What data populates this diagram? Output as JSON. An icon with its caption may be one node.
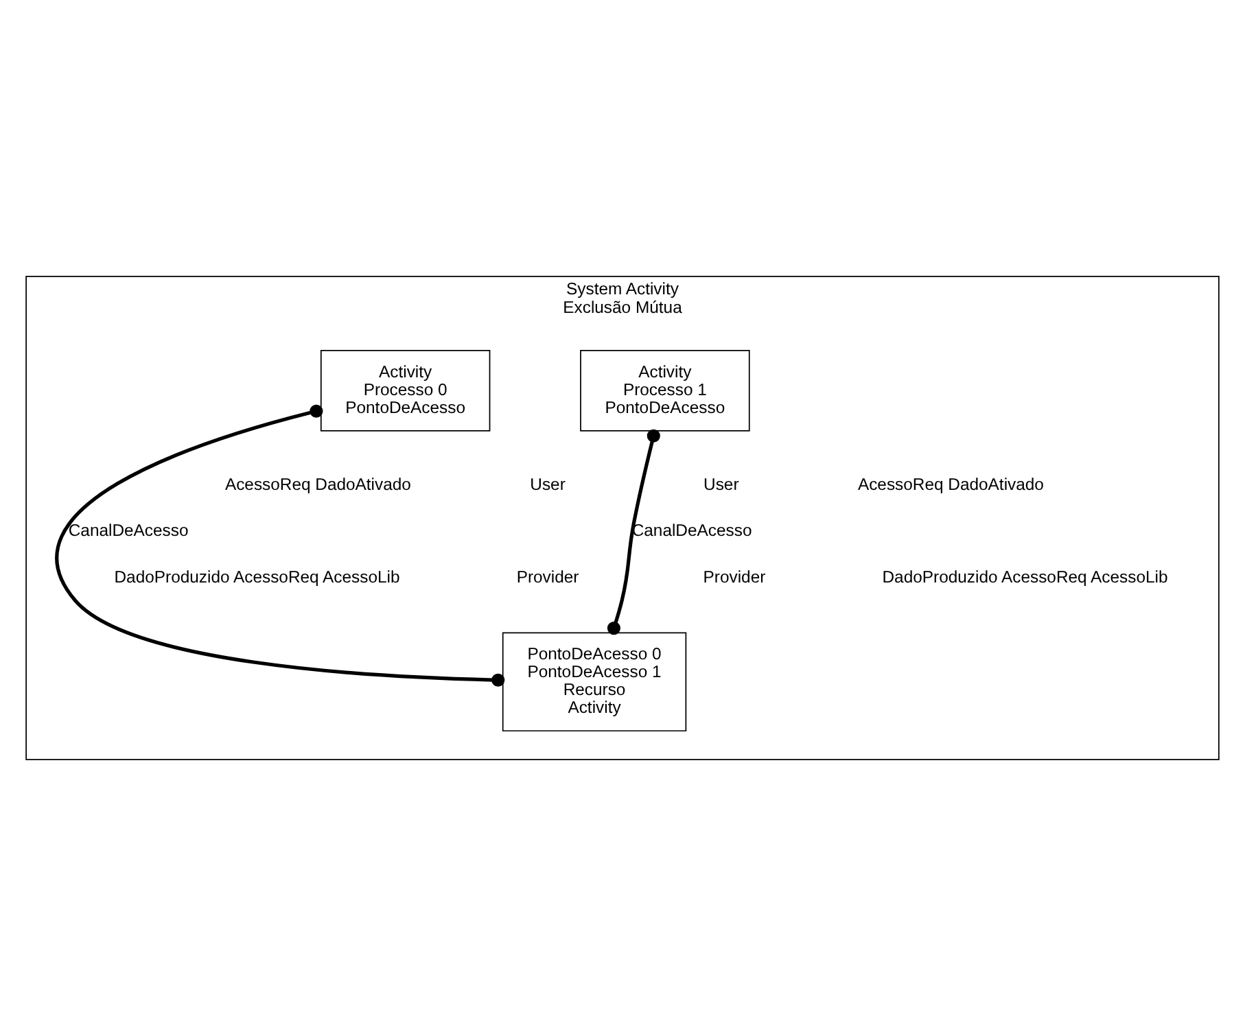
{
  "diagram": {
    "nodes": [
      {
        "text": [
          "System Activity",
          "Exclusão Mútua"
        ]
      },
      {
        "text": [
          "Activity",
          "Processo 0",
          "PontoDeAcesso"
        ],
        "in": 0
      },
      {
        "text": [
          "Activity",
          "Processo 1",
          "PontoDeAcesso"
        ],
        "in": 0
      },
      {
        "text": [
          "PontoDeAcesso 0",
          "PontoDeAcesso 1",
          "Recurso",
          "Activity"
        ],
        "in": 0
      }
    ],
    "edges": [
      {
        "from": 1,
        "to": 3,
        "arrow": "other",
        "label": "CanalDeAcesso"
      },
      {
        "from": 2,
        "to": 3,
        "arrow": "other",
        "label": "CanalDeAcesso"
      }
    ],
    "labels": [
      "AcessoReq DadoAtivado",
      "User",
      "User",
      "AcessoReq DadoAtivado",
      "DadoProduzido AcessoReq AcessoLib",
      "Provider",
      "Provider",
      "DadoProduzido AcessoReq AcessoLib"
    ]
  }
}
